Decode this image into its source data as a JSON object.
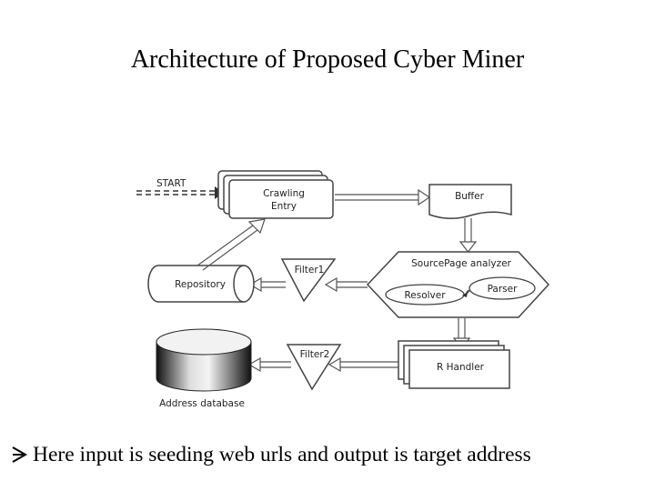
{
  "slide": {
    "title": "Architecture of Proposed Cyber Miner"
  },
  "diagram": {
    "nodes": {
      "start": "START",
      "crawling_entry": [
        "Crawling",
        "Entry"
      ],
      "buffer": "Buffer",
      "sourcepage_analyzer": "SourcePage analyzer",
      "resolver": "Resolver",
      "parser": "Parser",
      "repository": "Repository",
      "filter1": "Filter1",
      "filter2": "Filter2",
      "r_handler": "R Handler",
      "address_database": "Address database"
    }
  },
  "bullet": {
    "icon": "arrow-bullet-icon",
    "text": "Here input is seeding web urls and output is target address"
  }
}
